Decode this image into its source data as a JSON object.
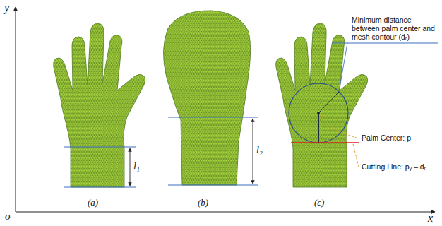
{
  "diagram": {
    "labels": [
      "y",
      "o",
      "x",
      "(a)",
      "(b)",
      "(c)",
      "l₁",
      "l₂",
      "Minimum distance between palm center and mesh contour (dᵣ)",
      "Palm Center: p",
      "Cutting Line: pᵧ – dᵣ"
    ]
  }
}
